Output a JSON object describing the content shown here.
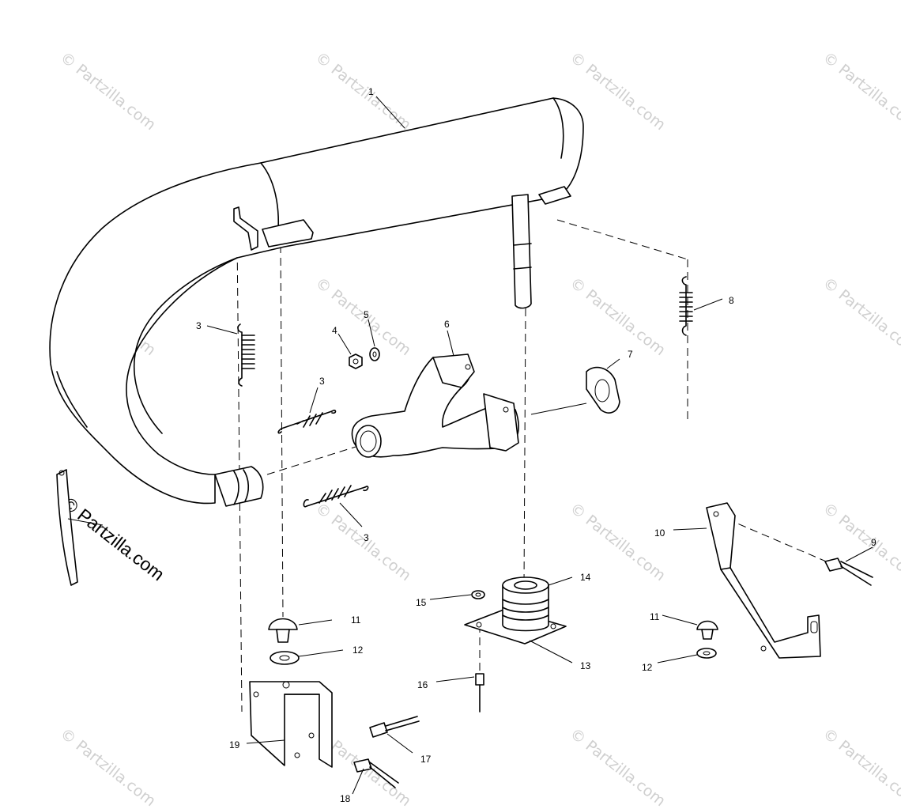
{
  "watermark": {
    "text": "© Partzilla.com"
  },
  "parts": {
    "p1": "1",
    "p3a": "3",
    "p3b": "3",
    "p3c": "3",
    "p4": "4",
    "p5": "5",
    "p6": "6",
    "p7": "7",
    "p8": "8",
    "p9": "9",
    "p10": "10",
    "p11a": "11",
    "p11b": "11",
    "p12a": "12",
    "p12b": "12",
    "p13": "13",
    "p14": "14",
    "p15": "15",
    "p16": "16",
    "p17": "17",
    "p18": "18",
    "p19": "19"
  }
}
